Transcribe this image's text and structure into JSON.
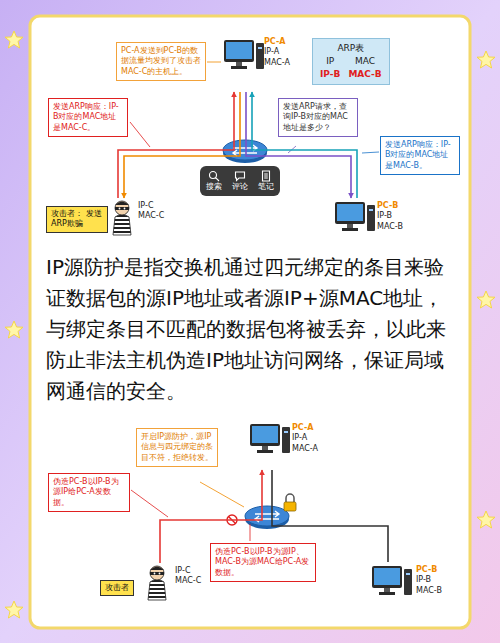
{
  "diagram": {
    "nodes": [
      {
        "text": [
          "PC-A发送到PC-B的数据流量均发到了攻击者MAC-C的主机上。"
        ]
      },
      {
        "text": [
          "PC-A",
          "IP-A",
          "MAC-A"
        ]
      },
      {
        "text": [
          "ARP表",
          "IP",
          "MAC",
          "IP-B",
          "MAC-B"
        ]
      },
      {
        "text": [
          "发送ARP响应：IP-B对应的MAC地址是MAC-C。"
        ]
      },
      {
        "text": [
          "发送ARP请求，查询IP-B对应的MAC地址是多少？"
        ]
      },
      {
        "text": [
          "发送ARP响应：IP-B对应的MAC地址是MAC-B。"
        ]
      },
      {
        "text": [
          "攻击者： 发送ARP欺骗"
        ]
      },
      {
        "text": [
          "IP-C",
          "MAC-C"
        ]
      },
      {
        "text": [
          "PC-B",
          "IP-B",
          "MAC-B"
        ]
      },
      {
        "text": [
          "搜索",
          "评论",
          "笔记"
        ]
      },
      {
        "text": [
          "PC-A",
          "IP-A",
          "MAC-A"
        ]
      },
      {
        "text": [
          "开启IP源防护，源IP信息与四元绑定的条目不符，拒绝转发。"
        ]
      },
      {
        "text": [
          "伪造PC-B以IP-B为源IP给PC-A发数据。"
        ]
      },
      {
        "text": [
          "伪造PC-B以IP-B为源IP、MAC-B为源MAC给PC-A发数据。"
        ]
      },
      {
        "text": [
          "攻击者"
        ]
      },
      {
        "text": [
          "IP-C",
          "MAC-C"
        ]
      },
      {
        "text": [
          "PC-B",
          "IP-B",
          "MAC-B"
        ]
      }
    ],
    "edges": [
      {
        "from": 7,
        "to": 1,
        "arrow": "to"
      },
      {
        "from": 1,
        "to": 8,
        "arrow": "to"
      },
      {
        "from": 8,
        "to": 1,
        "arrow": "to"
      },
      {
        "from": 1,
        "to": 7,
        "arrow": "to"
      },
      {
        "from": 15,
        "to": 10,
        "arrow": "to"
      },
      {
        "from": 10,
        "to": 16,
        "arrow": "none"
      }
    ],
    "labels": [
      "IP源防护是指交换机通过四元绑定的条目来验证数据包的源IP地址或者源IP+源MAC地址，与绑定条目不匹配的数据包将被丢弃，以此来防止非法主机伪造IP地址访问网络，保证局域网通信的安全。"
    ]
  }
}
